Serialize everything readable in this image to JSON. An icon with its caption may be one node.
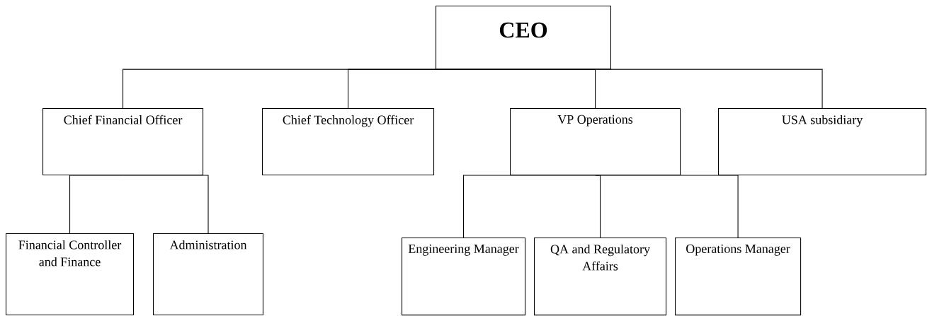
{
  "diagram": {
    "nodes": [
      {
        "text": [
          "CEO"
        ]
      },
      {
        "text": [
          "Chief Financial Officer"
        ]
      },
      {
        "text": [
          "Chief Technology Officer"
        ]
      },
      {
        "text": [
          "VP Operations"
        ]
      },
      {
        "text": [
          "USA subsidiary"
        ]
      },
      {
        "text": [
          "Financial Controller and Finance"
        ]
      },
      {
        "text": [
          "Administration"
        ]
      },
      {
        "text": [
          "Engineering Manager"
        ]
      },
      {
        "text": [
          "QA and Regulatory Affairs"
        ]
      },
      {
        "text": [
          "Operations Manager"
        ]
      }
    ],
    "edges": [
      {
        "from": 0,
        "to": 1,
        "arrow": "none"
      },
      {
        "from": 0,
        "to": 2,
        "arrow": "none"
      },
      {
        "from": 0,
        "to": 3,
        "arrow": "none"
      },
      {
        "from": 0,
        "to": 4,
        "arrow": "none"
      },
      {
        "from": 1,
        "to": 5,
        "arrow": "none"
      },
      {
        "from": 1,
        "to": 6,
        "arrow": "none"
      },
      {
        "from": 3,
        "to": 7,
        "arrow": "none"
      },
      {
        "from": 3,
        "to": 8,
        "arrow": "none"
      },
      {
        "from": 3,
        "to": 9,
        "arrow": "none"
      }
    ]
  }
}
